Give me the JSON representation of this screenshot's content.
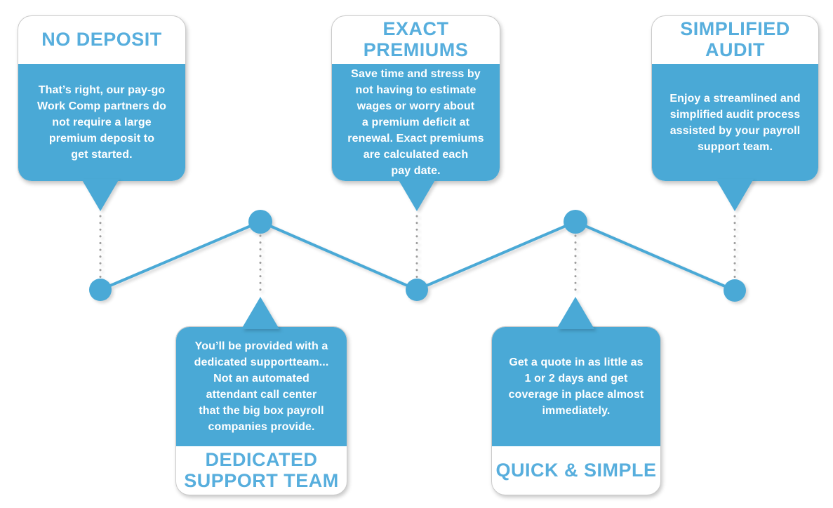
{
  "colors": {
    "primary-blue": "#4aa9d6",
    "title-blue": "#57aedd",
    "dot-gray": "#9e9e9e",
    "card-border": "#cbcbcb"
  },
  "cards": [
    {
      "id": "no-deposit",
      "position": "top",
      "title": "NO DEPOSIT",
      "body": "That’s right, our pay-go\nWork Comp partners do\nnot require a large\npremium deposit to\nget started."
    },
    {
      "id": "dedicated-support-team",
      "position": "bottom",
      "title": "DEDICATED\nSUPPORT TEAM",
      "body": "You’ll be provided with a\ndedicated supportteam...\nNot an automated\nattendant call center\nthat the big box payroll\ncompanies provide."
    },
    {
      "id": "exact-premiums",
      "position": "top",
      "title": "EXACT\nPREMIUMS",
      "body": "Save time and stress by\nnot having to estimate\nwages or worry about\na premium deficit at\nrenewal. Exact premiums\nare calculated each\npay date."
    },
    {
      "id": "quick-simple",
      "position": "bottom",
      "title": "QUICK & SIMPLE",
      "body": "Get a quote in as little as\n1 or 2 days and get\ncoverage in place almost\nimmediately."
    },
    {
      "id": "simplified-audit",
      "position": "top",
      "title": "SIMPLIFIED\nAUDIT",
      "body": "Enjoy a streamlined and\nsimplified audit process\nassisted by your payroll\nsupport team."
    }
  ]
}
